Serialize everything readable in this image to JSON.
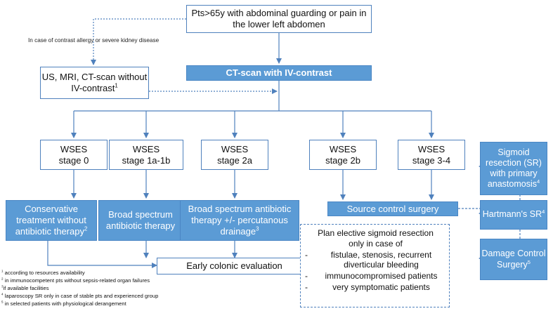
{
  "start": "Pts>65y with abdominal guarding or pain in the lower left abdomen",
  "contrast_note": "In case of contrast allergy or severe kidney disease",
  "alt_imaging": "US, MRI, CT-scan without IV-contrast",
  "alt_imaging_sup": "1",
  "ct": "CT-scan with IV-contrast",
  "stages": [
    {
      "line1": "WSES",
      "line2": "stage 0"
    },
    {
      "line1": "WSES",
      "line2": "stage 1a-1b"
    },
    {
      "line1": "WSES",
      "line2": "stage 2a"
    },
    {
      "line1": "WSES",
      "line2": "stage 2b"
    },
    {
      "line1": "WSES",
      "line2": "stage 3-4"
    }
  ],
  "treatments": {
    "conservative": "Conservative treatment without antibiotic therapy",
    "conservative_sup": "2",
    "broad": "Broad spectrum antibiotic therapy",
    "broad_drain": "Broad spectrum antibiotic therapy +/- percutanous drainage",
    "broad_drain_sup": "3",
    "source_control": "Source control surgery"
  },
  "surgery": {
    "sigmoid": "Sigmoid resection (SR) with primary anastomosis",
    "sigmoid_sup": "4",
    "hartmann": "Hartmann's SR",
    "hartmann_sup": "4",
    "damage": "Damage Control Surgery",
    "damage_sup": "5"
  },
  "early_eval": "Early colonic evaluation",
  "elective": {
    "title": "Plan elective sigmoid resection only in case of",
    "items": [
      "fistulae, stenosis, recurrent diverticular bleeding",
      "immunocompromised patients",
      "very symptomatic patients"
    ]
  },
  "footnotes": [
    {
      "num": "1",
      "text": "according to resources availability"
    },
    {
      "num": "2",
      "text": "in immunocompetent pts without sepsis-related organ failures"
    },
    {
      "num": "3",
      "text": "if available facilities"
    },
    {
      "num": "4",
      "text": "laparoscopy SR only in case of stable pts and experienced group"
    },
    {
      "num": "5",
      "text": "in selected patients with physiological derangement"
    }
  ],
  "colors": {
    "box_blue": "#5b9bd5",
    "line": "#4f81bd"
  }
}
